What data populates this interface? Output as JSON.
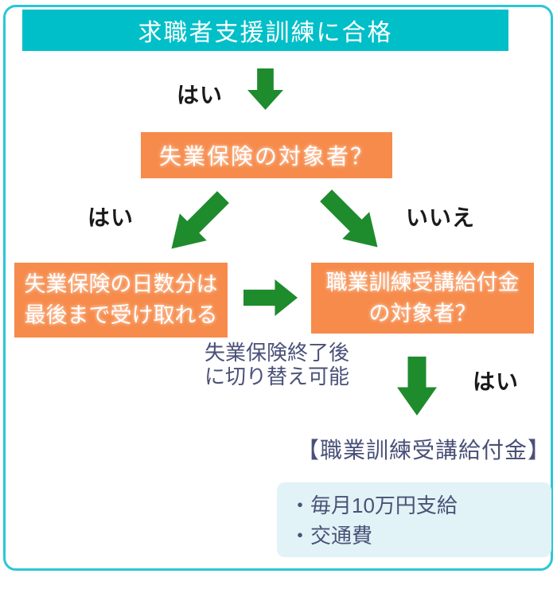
{
  "colors": {
    "border_teal": "#2BC6D6",
    "banner_teal": "#00BFC8",
    "box_orange": "#F68B4B",
    "arrow_green": "#1E8B2D",
    "text_white": "#FFFFFF",
    "text_black": "#1A1A1A",
    "text_slate": "#4A5178",
    "panel_pale_cyan": "#E1F3F6"
  },
  "banner": {
    "title": "求職者支援訓練に合格"
  },
  "flow": {
    "yes_label_1": "はい",
    "unemployment_question": "失業保険の対象者？",
    "yes_label_2": "はい",
    "no_label": "いいえ",
    "receive_box": {
      "line1": "失業保険の日数分は",
      "line2": "最後まで受け取れる"
    },
    "benefit_question_box": {
      "line1": "職業訓練受講給付金",
      "line2": "の対象者？"
    },
    "switch_note": {
      "line1": "失業保険終了後",
      "line2": "に切り替え可能"
    },
    "yes_label_3": "はい"
  },
  "result": {
    "title": "【職業訓練受講給付金】",
    "benefits": [
      "・毎月10万円支給",
      "・交通費"
    ]
  },
  "icons": {
    "arrow_top": "block-arrow-down",
    "arrow_diag_left": "block-arrow-down-left",
    "arrow_diag_right": "block-arrow-down-right",
    "arrow_mid": "block-arrow-right",
    "arrow_bottom": "block-arrow-down"
  }
}
